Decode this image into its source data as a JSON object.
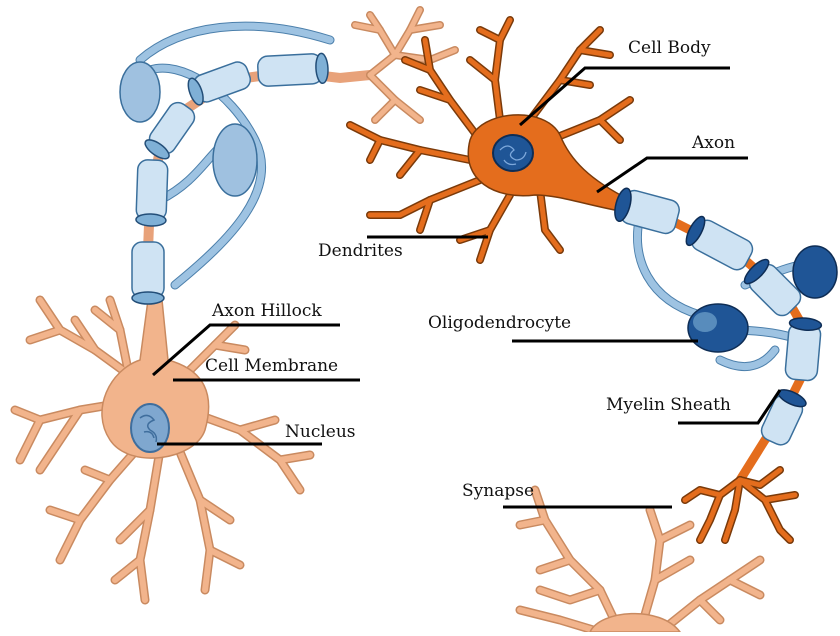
{
  "labels": {
    "cell_body": "Cell Body",
    "axon": "Axon",
    "dendrites": "Dendrites",
    "oligodendrocyte": "Oligodendrocyte",
    "axon_hillock": "Axon Hillock",
    "cell_membrane": "Cell Membrane",
    "nucleus": "Nucleus",
    "myelin_sheath": "Myelin Sheath",
    "synapse": "Synapse"
  },
  "colors": {
    "neuron_light": "#f2b48c",
    "neuron_orange": "#e46d1d",
    "myelin_blue": "#9fc1e0",
    "nucleus_blue": "#1f5596"
  }
}
